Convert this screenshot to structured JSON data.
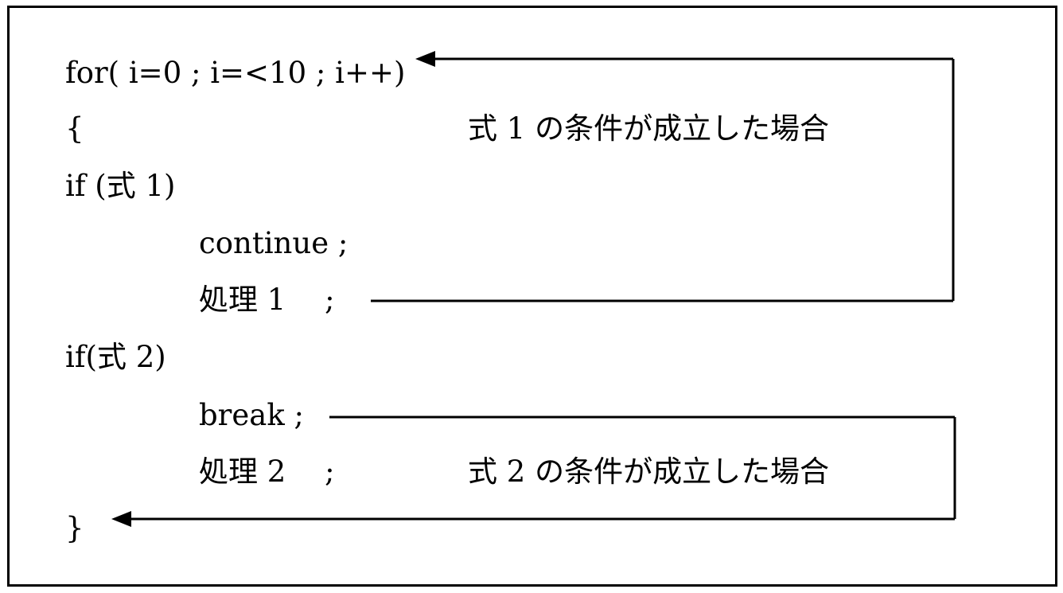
{
  "code_lines": {
    "for_line": "for( i=0 ; i=<10 ; i++)",
    "open_brace": "{",
    "if1": "if (式 1)",
    "continue_stmt": "continue ;",
    "process1": "処理 1 　;",
    "if2": "if(式 2)",
    "break_stmt": "break ;",
    "process2": "処理 2 　;",
    "close_brace": "}"
  },
  "annotations": {
    "condition1": "式 1 の条件が成立した場合",
    "condition2": "式 2 の条件が成立した場合"
  },
  "colors": {
    "line": "#000000",
    "text": "#000000",
    "background": "#ffffff"
  }
}
